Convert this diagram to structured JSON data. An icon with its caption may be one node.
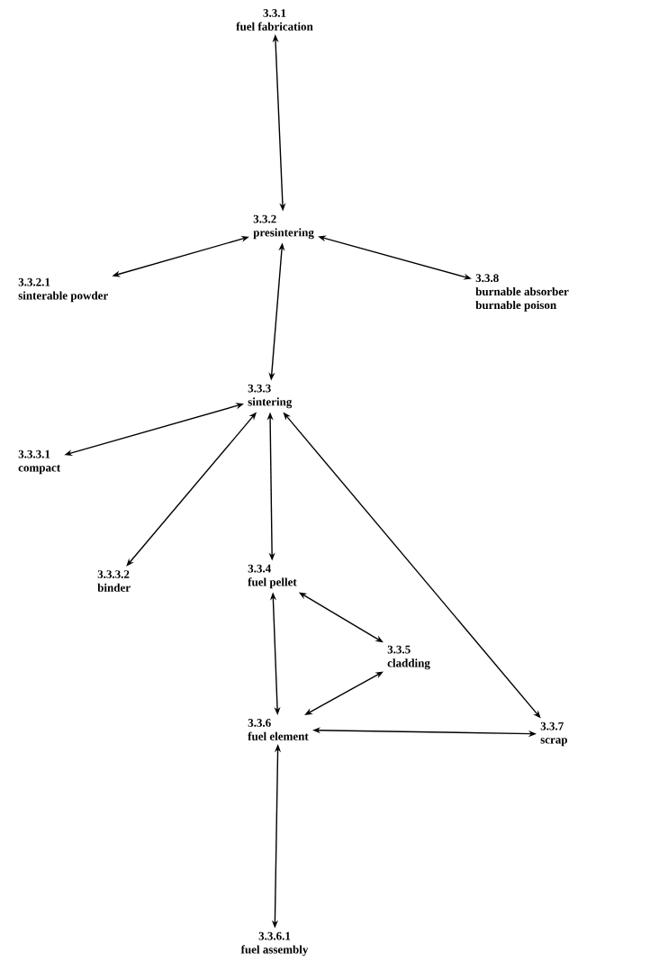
{
  "diagram": {
    "nodes": [
      {
        "text": [
          "3.3.1",
          "fuel fabrication"
        ]
      },
      {
        "text": [
          "3.3.2",
          "presintering"
        ]
      },
      {
        "text": [
          "3.3.2.1",
          "sinterable powder"
        ]
      },
      {
        "text": [
          "3.3.8",
          "burnable absorber",
          "burnable poison"
        ]
      },
      {
        "text": [
          "3.3.3",
          "sintering"
        ]
      },
      {
        "text": [
          "3.3.3.1",
          "compact"
        ]
      },
      {
        "text": [
          "3.3.3.2",
          "binder"
        ]
      },
      {
        "text": [
          "3.3.4",
          "fuel pellet"
        ]
      },
      {
        "text": [
          "3.3.5",
          "cladding"
        ]
      },
      {
        "text": [
          "3.3.6",
          "fuel element"
        ]
      },
      {
        "text": [
          "3.3.7",
          "scrap"
        ]
      },
      {
        "text": [
          "3.3.6.1",
          "fuel assembly"
        ]
      }
    ],
    "edges": [
      {
        "from": 0,
        "to": 1,
        "arrow": "both"
      },
      {
        "from": 1,
        "to": 2,
        "arrow": "both"
      },
      {
        "from": 1,
        "to": 3,
        "arrow": "both"
      },
      {
        "from": 1,
        "to": 4,
        "arrow": "both"
      },
      {
        "from": 4,
        "to": 5,
        "arrow": "both"
      },
      {
        "from": 4,
        "to": 6,
        "arrow": "both"
      },
      {
        "from": 4,
        "to": 7,
        "arrow": "both"
      },
      {
        "from": 4,
        "to": 10,
        "arrow": "both"
      },
      {
        "from": 7,
        "to": 9,
        "arrow": "both"
      },
      {
        "from": 7,
        "to": 8,
        "arrow": "both"
      },
      {
        "from": 8,
        "to": 9,
        "arrow": "both"
      },
      {
        "from": 9,
        "to": 10,
        "arrow": "both"
      },
      {
        "from": 9,
        "to": 11,
        "arrow": "both"
      }
    ]
  }
}
